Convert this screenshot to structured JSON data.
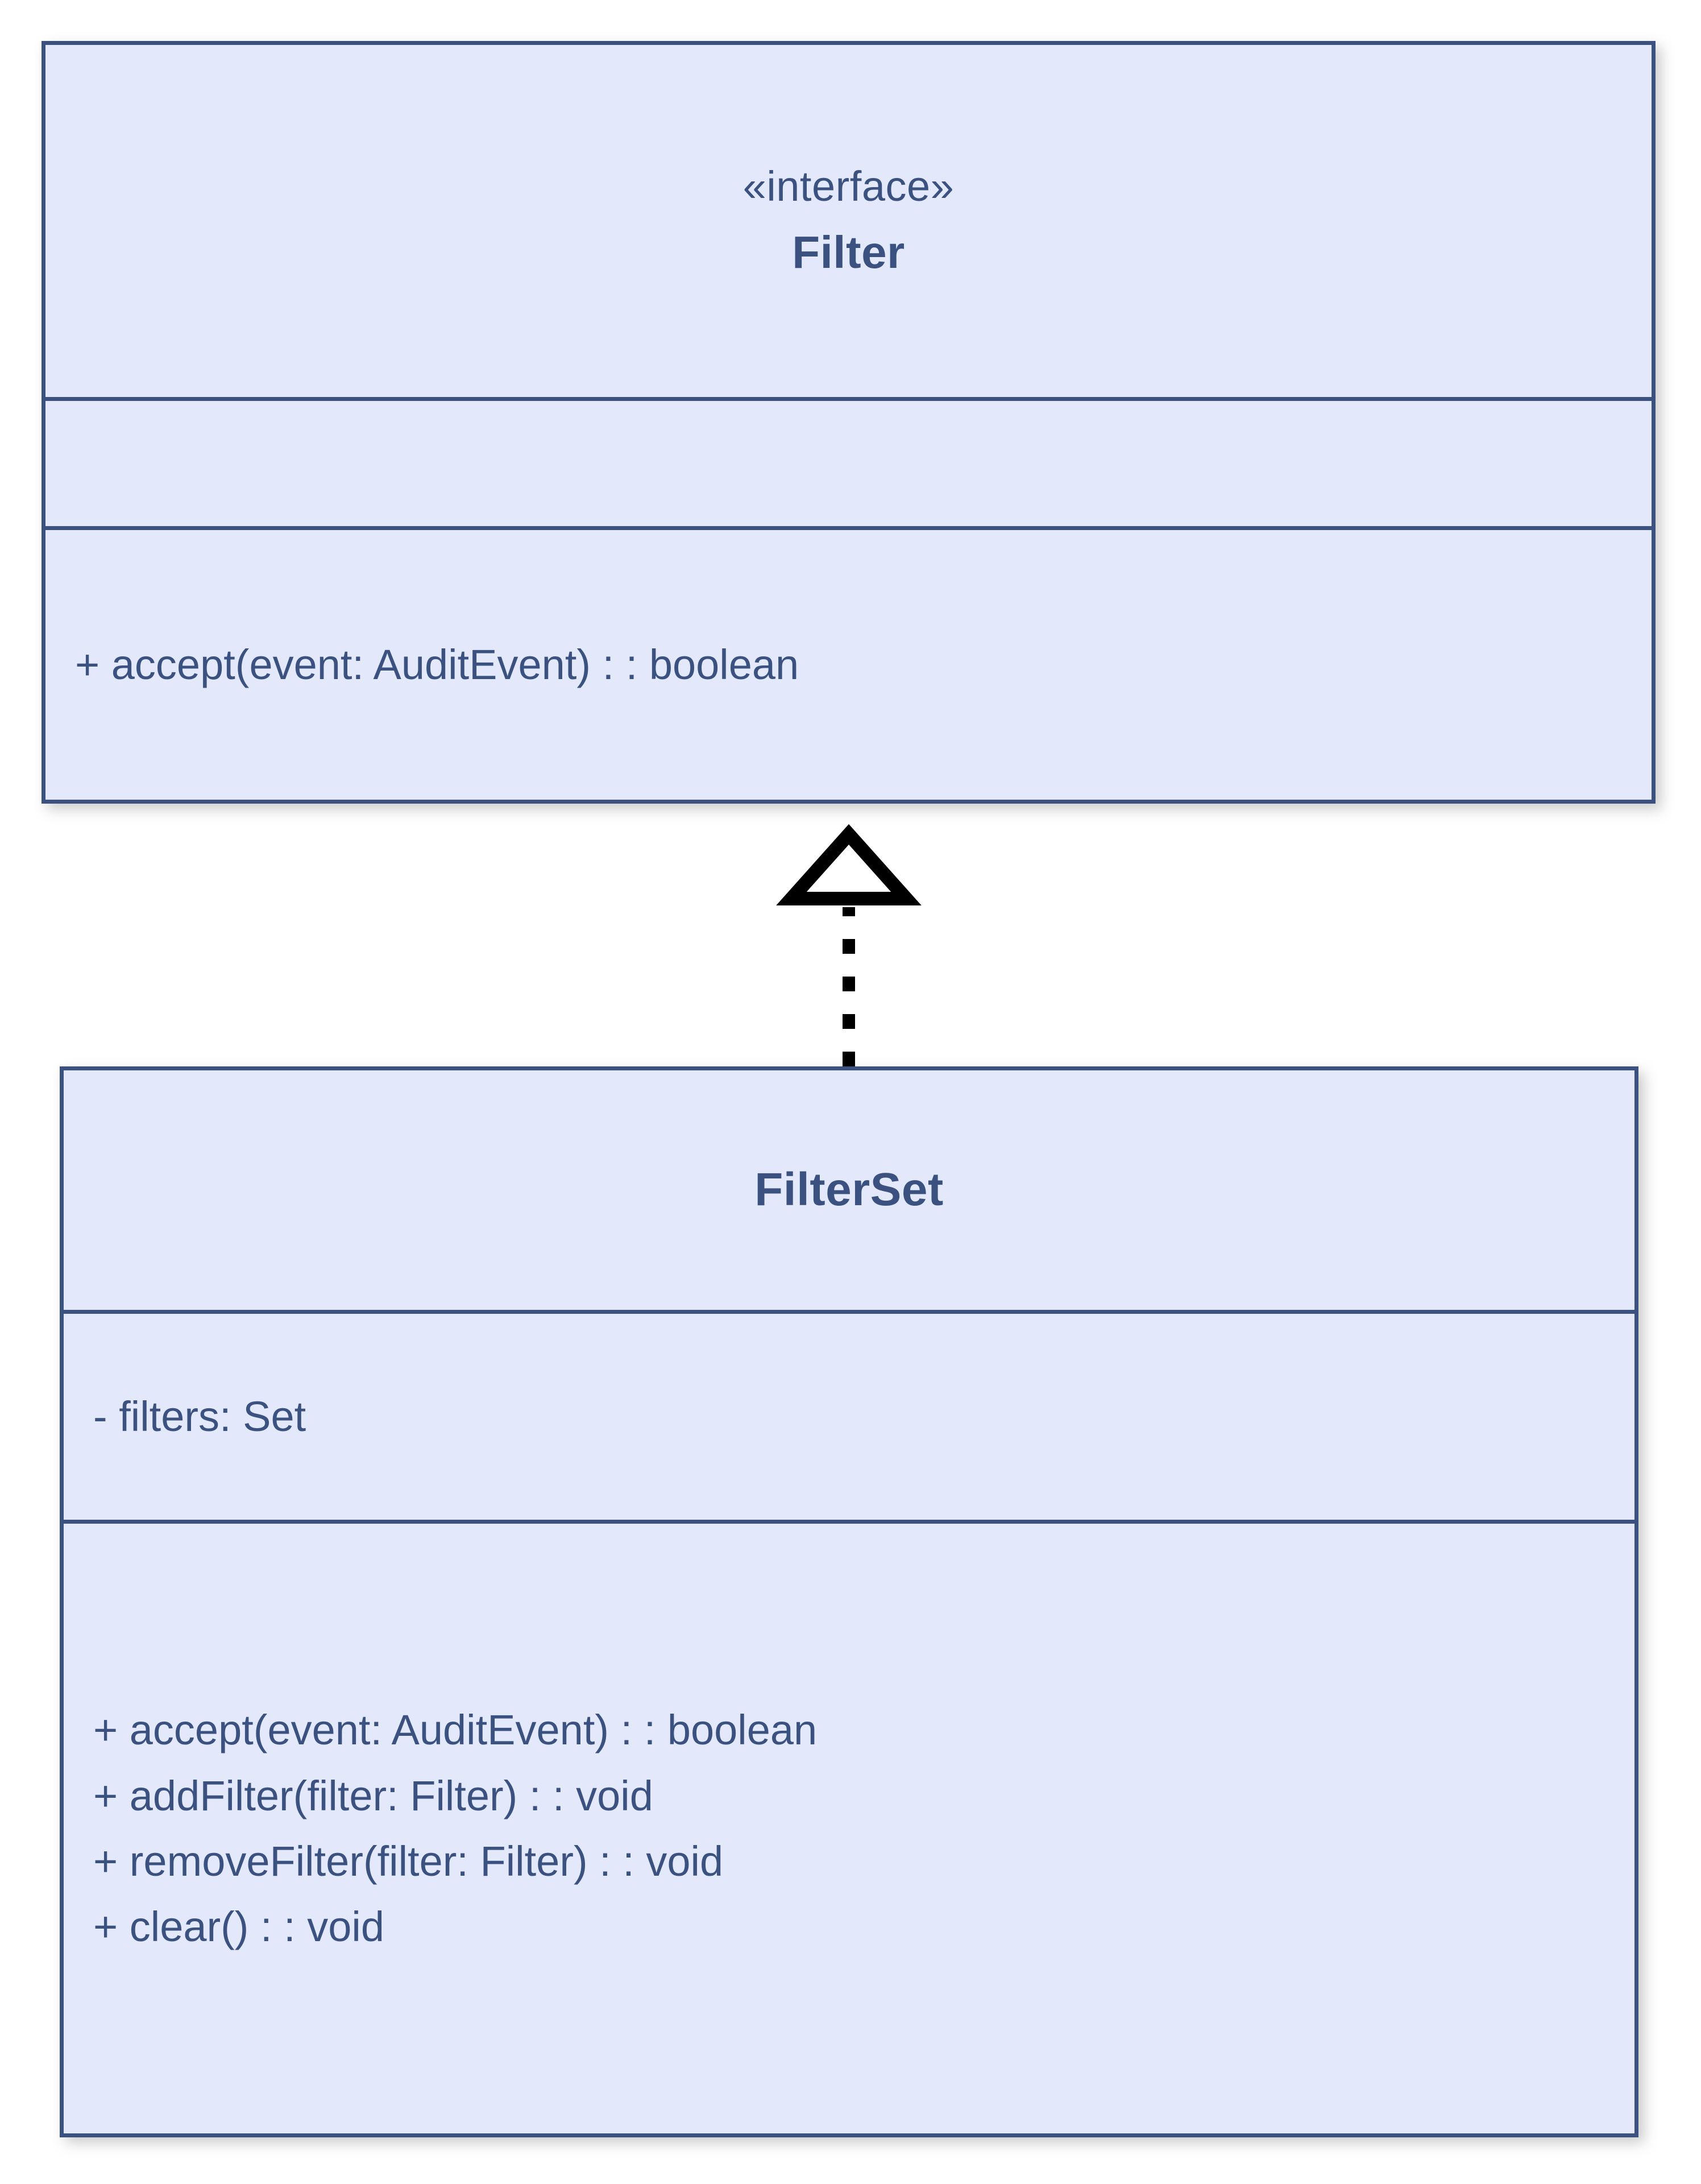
{
  "diagram": {
    "type": "uml-class-diagram",
    "title": "Filter / FilterSet realization",
    "background_color": "#ffffff",
    "class_fill_color": "#e3e9fb",
    "class_border_color": "#3b5280",
    "text_color": "#3b5280",
    "relationship_color": "#000000"
  },
  "classes": [
    {
      "id": "filter",
      "stereotype": "«interface»",
      "name": "Filter",
      "attributes": [],
      "operations": [
        "+ accept(event: AuditEvent) : : boolean"
      ]
    },
    {
      "id": "filterset",
      "stereotype": "",
      "name": "FilterSet",
      "attributes": [
        "- filters: Set"
      ],
      "operations": [
        "+ accept(event: AuditEvent) : : boolean",
        "+ addFilter(filter: Filter) : : void",
        "+ removeFilter(filter: Filter) : : void",
        "+ clear() : : void"
      ]
    }
  ],
  "relationships": [
    {
      "id": "realization-1",
      "kind": "realization",
      "line_style": "dashed",
      "arrow_head": "hollow-triangle",
      "from": "FilterSet",
      "to": "Filter",
      "label": ""
    }
  ]
}
